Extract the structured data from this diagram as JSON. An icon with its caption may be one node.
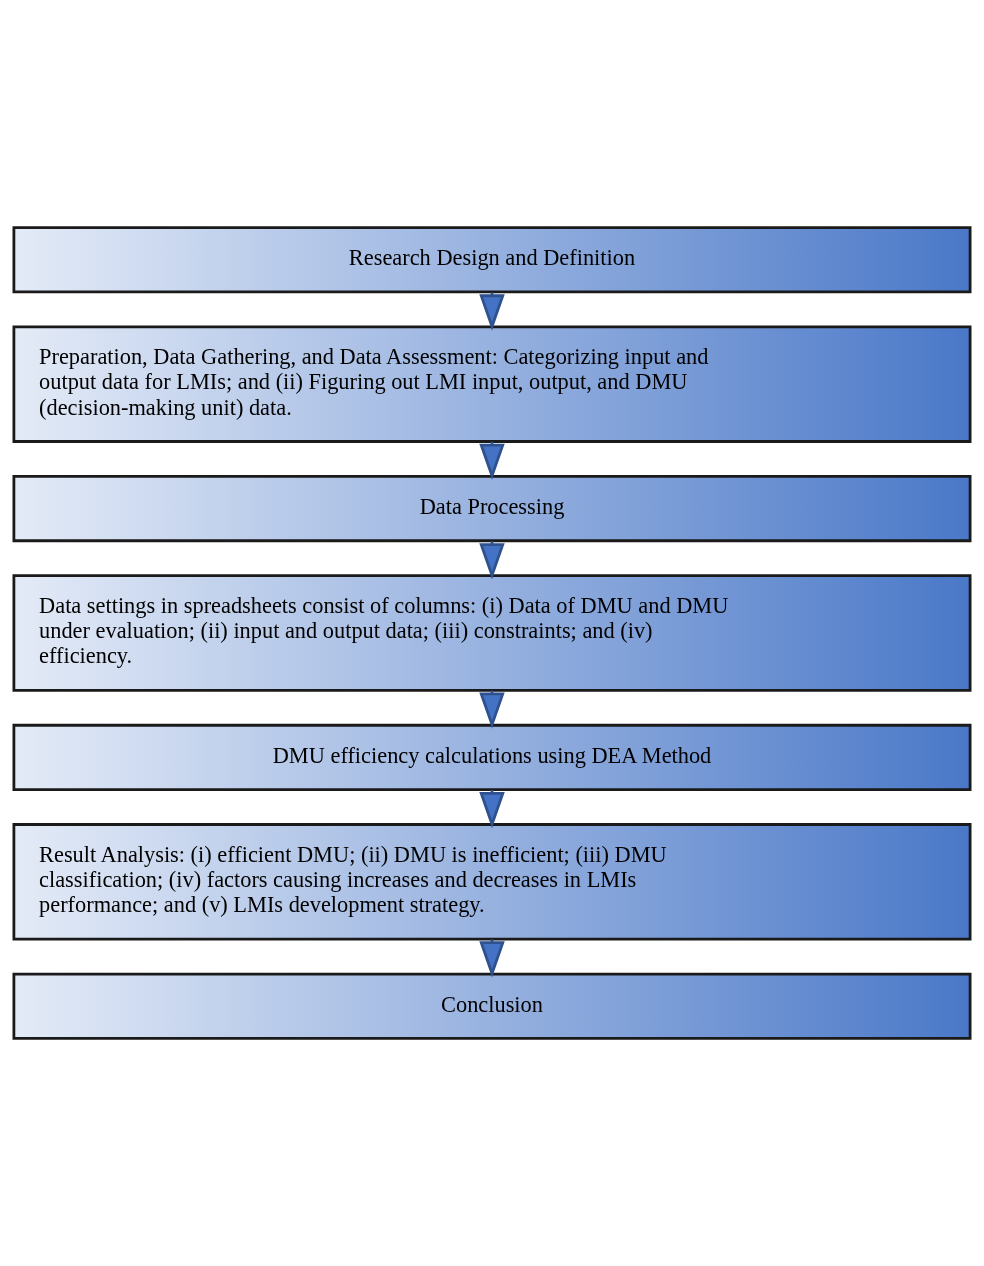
{
  "diagram": {
    "nodes": [
      {
        "text": [
          "Research Design and Definition"
        ]
      },
      {
        "text": [
          "Preparation, Data Gathering, and Data Assessment: Categorizing input and output data for LMIs; and (ii) Figuring out LMI input, output, and DMU (decision-making unit) data."
        ]
      },
      {
        "text": [
          "Data Processing"
        ]
      },
      {
        "text": [
          "Data settings in spreadsheets consist of columns: (i) Data of DMU and DMU under evaluation; (ii) input and output data; (iii) constraints; and (iv) efficiency."
        ]
      },
      {
        "text": [
          "DMU efficiency calculations using DEA Method"
        ]
      },
      {
        "text": [
          "Result Analysis: (i) efficient DMU; (ii) DMU is inefficient; (iii) DMU classification; (iv) factors causing increases and decreases in LMIs performance; and (v) LMIs development strategy."
        ]
      },
      {
        "text": [
          "Conclusion"
        ]
      }
    ],
    "edges": [
      {
        "from": 0,
        "to": 1,
        "arrow": "to"
      },
      {
        "from": 1,
        "to": 2,
        "arrow": "to"
      },
      {
        "from": 2,
        "to": 3,
        "arrow": "to"
      },
      {
        "from": 3,
        "to": 4,
        "arrow": "to"
      },
      {
        "from": 4,
        "to": 5,
        "arrow": "to"
      },
      {
        "from": 5,
        "to": 6,
        "arrow": "to"
      }
    ]
  }
}
